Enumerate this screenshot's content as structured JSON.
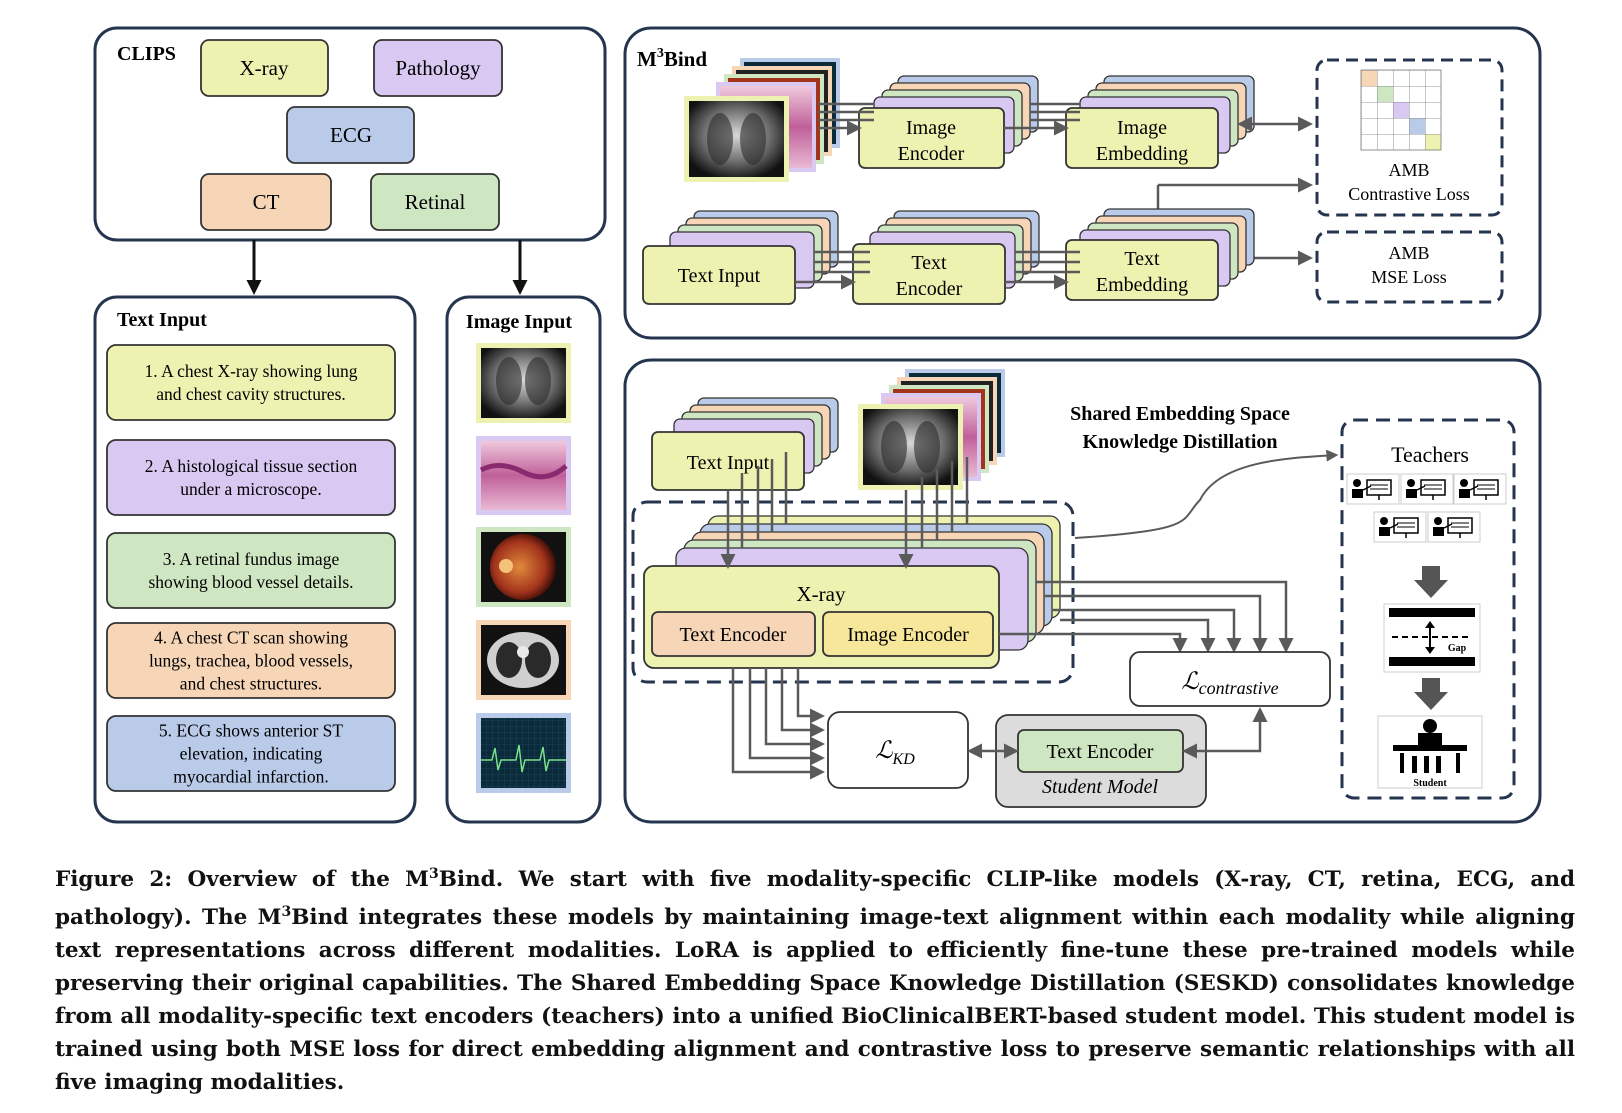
{
  "colors": {
    "xray": "#eef2b0",
    "pathology": "#d9c8f2",
    "ecg": "#b9cbe9",
    "ct": "#f7d6b8",
    "retinal": "#cfe6c3",
    "frame": "#253550",
    "arrow": "#5a5a5a",
    "student_bg": "#dcdcdc"
  },
  "clips": {
    "title": "CLIPS",
    "modalities": [
      "X-ray",
      "Pathology",
      "ECG",
      "CT",
      "Retinal"
    ]
  },
  "text_input": {
    "title": "Text Input",
    "items": [
      [
        "1. A chest X-ray showing lung",
        "and chest cavity structures."
      ],
      [
        "2. A histological tissue section",
        "under a microscope."
      ],
      [
        "3. A retinal fundus image",
        "showing blood vessel details."
      ],
      [
        "4. A chest CT scan showing",
        "lungs, trachea, blood vessels,",
        "and chest structures."
      ],
      [
        "5. ECG shows anterior ST",
        "elevation, indicating",
        "myocardial infarction."
      ]
    ]
  },
  "image_input": {
    "title": "Image Input",
    "images": [
      "chest-xray-thumbnail",
      "histology-thumbnail",
      "retina-fundus-thumbnail",
      "ct-scan-thumbnail",
      "ecg-trace-thumbnail"
    ]
  },
  "m3bind": {
    "title_main": "M",
    "title_sup": "3",
    "title_rest": "Bind",
    "image_encoder": [
      "Image",
      "Encoder"
    ],
    "image_embedding": [
      "Image",
      "Embedding"
    ],
    "text_input": "Text Input",
    "text_encoder": [
      "Text",
      "Encoder"
    ],
    "text_embedding": [
      "Text",
      "Embedding"
    ],
    "contrastive_loss": [
      "AMB",
      "Contrastive Loss"
    ],
    "mse_loss": [
      "AMB",
      "MSE Loss"
    ]
  },
  "seskd": {
    "title": [
      "Shared Embedding Space",
      "Knowledge Distillation"
    ],
    "text_input": "Text Input",
    "modality_label": "X-ray",
    "text_encoder": "Text Encoder",
    "image_encoder": "Image Encoder",
    "loss_contrastive_symbol": "ℒ",
    "loss_contrastive_sub": "contrastive",
    "loss_kd_symbol": "ℒ",
    "loss_kd_sub": "KD",
    "student_text_encoder": "Text Encoder",
    "student_model": "Student Model",
    "teachers": "Teachers",
    "gap": "Gap",
    "student": "Student"
  },
  "caption": {
    "p1": "Figure 2: Overview of the M",
    "sup1": "3",
    "p2": "Bind. We start with five modality-specific CLIP-like models (X-ray, CT, retina, ECG, and pathology). The M",
    "sup2": "3",
    "p3": "Bind integrates these models by maintaining image-text alignment within each modality while aligning text representations across different modalities. LoRA is applied to efficiently fine-tune these pre-trained models while preserving their original capabilities. The Shared Embedding Space Knowledge Distillation (SESKD) consolidates knowledge from all modality-specific text encoders (teachers) into a unified BioClinicalBERT-based student model. This student model is trained using both MSE loss for direct embedding alignment and contrastive loss to preserve semantic relationships with all five imaging modalities."
  }
}
